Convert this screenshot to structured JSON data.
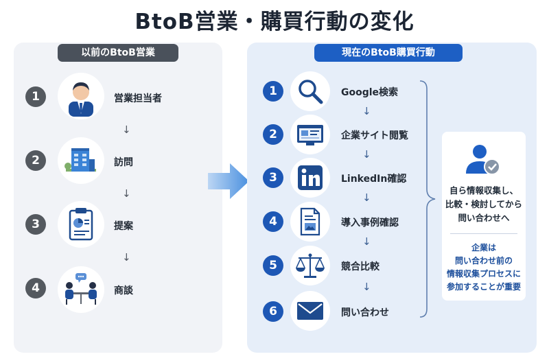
{
  "title": "BtoB営業・購買行動の変化",
  "left": {
    "header": "以前のBtoB営業",
    "steps": [
      {
        "num": "1",
        "label": "営業担当者",
        "icon": "salesperson-icon"
      },
      {
        "num": "2",
        "label": "訪問",
        "icon": "office-building-icon"
      },
      {
        "num": "3",
        "label": "提案",
        "icon": "proposal-clipboard-icon"
      },
      {
        "num": "4",
        "label": "商談",
        "icon": "meeting-icon"
      }
    ]
  },
  "right": {
    "header": "現在のBtoB購買行動",
    "steps": [
      {
        "num": "1",
        "label": "Google検索",
        "icon": "search-icon"
      },
      {
        "num": "2",
        "label": "企業サイト閲覧",
        "icon": "website-icon"
      },
      {
        "num": "3",
        "label": "LinkedIn確認",
        "icon": "linkedin-icon"
      },
      {
        "num": "4",
        "label": "導入事例確認",
        "icon": "case-study-document-icon"
      },
      {
        "num": "5",
        "label": "競合比較",
        "icon": "scale-icon"
      },
      {
        "num": "6",
        "label": "問い合わせ",
        "icon": "mail-icon"
      }
    ]
  },
  "side": {
    "line1": "自ら情報収集し、",
    "line2": "比較・検討してから",
    "line3": "問い合わせへ",
    "note1": "企業は",
    "note2": "問い合わせ前の",
    "note3": "情報収集プロセスに",
    "note4": "参加することが重要"
  },
  "colors": {
    "accent_blue": "#1d5fc4",
    "dark_grey": "#4a515b",
    "panel_right": "#e6eef9",
    "panel_left": "#f1f3f7"
  }
}
